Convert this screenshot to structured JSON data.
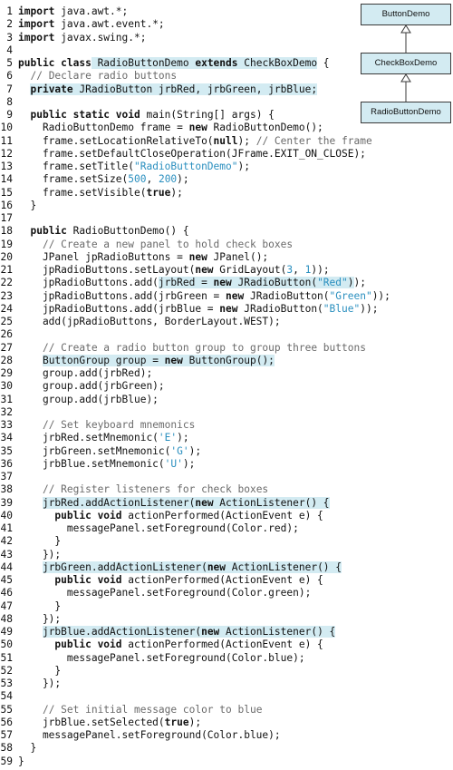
{
  "lines": [
    {
      "n": "1",
      "segs": [
        {
          "t": "import",
          "k": "kw"
        },
        {
          "t": " java.awt.*;"
        }
      ]
    },
    {
      "n": "2",
      "segs": [
        {
          "t": "import",
          "k": "kw"
        },
        {
          "t": " java.awt.event.*;"
        }
      ]
    },
    {
      "n": "3",
      "segs": [
        {
          "t": "import",
          "k": "kw"
        },
        {
          "t": " javax.swing.*;"
        }
      ]
    },
    {
      "n": "4",
      "segs": []
    },
    {
      "n": "5",
      "segs": [
        {
          "t": "public class",
          "k": "kw"
        },
        {
          "t": " RadioButtonDemo ",
          "h": true
        },
        {
          "t": "extends",
          "k": "kw",
          "h": true
        },
        {
          "t": " CheckBoxDemo",
          "h": true
        },
        {
          "t": " {"
        }
      ]
    },
    {
      "n": "6",
      "segs": [
        {
          "t": "  "
        },
        {
          "t": "// Declare radio buttons",
          "k": "cm"
        }
      ]
    },
    {
      "n": "7",
      "segs": [
        {
          "t": "  "
        },
        {
          "t": "private",
          "k": "kw",
          "h": true
        },
        {
          "t": " JRadioButton jrbRed, jrbGreen, jrbBlue;",
          "h": true
        }
      ]
    },
    {
      "n": "8",
      "segs": []
    },
    {
      "n": "9",
      "segs": [
        {
          "t": "  "
        },
        {
          "t": "public static void",
          "k": "kw"
        },
        {
          "t": " main(String[] args) {"
        }
      ]
    },
    {
      "n": "10",
      "segs": [
        {
          "t": "    RadioButtonDemo frame = "
        },
        {
          "t": "new",
          "k": "kw"
        },
        {
          "t": " RadioButtonDemo();"
        }
      ]
    },
    {
      "n": "11",
      "segs": [
        {
          "t": "    frame.setLocationRelativeTo("
        },
        {
          "t": "null",
          "k": "kw"
        },
        {
          "t": "); "
        },
        {
          "t": "// Center the frame",
          "k": "cm"
        }
      ]
    },
    {
      "n": "12",
      "segs": [
        {
          "t": "    frame.setDefaultCloseOperation(JFrame.EXIT_ON_CLOSE);"
        }
      ]
    },
    {
      "n": "13",
      "segs": [
        {
          "t": "    frame.setTitle("
        },
        {
          "t": "\"RadioButtonDemo\"",
          "k": "st"
        },
        {
          "t": ");"
        }
      ]
    },
    {
      "n": "14",
      "segs": [
        {
          "t": "    frame.setSize("
        },
        {
          "t": "500",
          "k": "st"
        },
        {
          "t": ", "
        },
        {
          "t": "200",
          "k": "st"
        },
        {
          "t": ");"
        }
      ]
    },
    {
      "n": "15",
      "segs": [
        {
          "t": "    frame.setVisible("
        },
        {
          "t": "true",
          "k": "kw"
        },
        {
          "t": ");"
        }
      ]
    },
    {
      "n": "16",
      "segs": [
        {
          "t": "  }"
        }
      ]
    },
    {
      "n": "17",
      "segs": []
    },
    {
      "n": "18",
      "segs": [
        {
          "t": "  "
        },
        {
          "t": "public",
          "k": "kw"
        },
        {
          "t": " RadioButtonDemo() {"
        }
      ]
    },
    {
      "n": "19",
      "segs": [
        {
          "t": "    "
        },
        {
          "t": "// Create a new panel to hold check boxes",
          "k": "cm"
        }
      ]
    },
    {
      "n": "20",
      "segs": [
        {
          "t": "    JPanel jpRadioButtons = "
        },
        {
          "t": "new",
          "k": "kw"
        },
        {
          "t": " JPanel();"
        }
      ]
    },
    {
      "n": "21",
      "segs": [
        {
          "t": "    jpRadioButtons.setLayout("
        },
        {
          "t": "new",
          "k": "kw"
        },
        {
          "t": " GridLayout("
        },
        {
          "t": "3",
          "k": "st"
        },
        {
          "t": ", "
        },
        {
          "t": "1",
          "k": "st"
        },
        {
          "t": "));"
        }
      ]
    },
    {
      "n": "22",
      "segs": [
        {
          "t": "    jpRadioButtons.add("
        },
        {
          "t": "jrbRed = ",
          "h": true
        },
        {
          "t": "new",
          "k": "kw",
          "h": true
        },
        {
          "t": " JRadioButton(",
          "h": true
        },
        {
          "t": "\"Red\"",
          "k": "st",
          "h": true
        },
        {
          "t": ")",
          "h": true
        },
        {
          "t": ");"
        }
      ]
    },
    {
      "n": "23",
      "segs": [
        {
          "t": "    jpRadioButtons.add(jrbGreen = "
        },
        {
          "t": "new",
          "k": "kw"
        },
        {
          "t": " JRadioButton("
        },
        {
          "t": "\"Green\"",
          "k": "st"
        },
        {
          "t": "));"
        }
      ]
    },
    {
      "n": "24",
      "segs": [
        {
          "t": "    jpRadioButtons.add(jrbBlue = "
        },
        {
          "t": "new",
          "k": "kw"
        },
        {
          "t": " JRadioButton("
        },
        {
          "t": "\"Blue\"",
          "k": "st"
        },
        {
          "t": "));"
        }
      ]
    },
    {
      "n": "25",
      "segs": [
        {
          "t": "    add(jpRadioButtons, BorderLayout.WEST);"
        }
      ]
    },
    {
      "n": "26",
      "segs": []
    },
    {
      "n": "27",
      "segs": [
        {
          "t": "    "
        },
        {
          "t": "// Create a radio button group to group three buttons",
          "k": "cm"
        }
      ]
    },
    {
      "n": "28",
      "segs": [
        {
          "t": "    "
        },
        {
          "t": "ButtonGroup group = ",
          "h": true
        },
        {
          "t": "new",
          "k": "kw",
          "h": true
        },
        {
          "t": " ButtonGroup();",
          "h": true
        }
      ]
    },
    {
      "n": "29",
      "segs": [
        {
          "t": "    group.add(jrbRed);"
        }
      ]
    },
    {
      "n": "30",
      "segs": [
        {
          "t": "    group.add(jrbGreen);"
        }
      ]
    },
    {
      "n": "31",
      "segs": [
        {
          "t": "    group.add(jrbBlue);"
        }
      ]
    },
    {
      "n": "32",
      "segs": []
    },
    {
      "n": "33",
      "segs": [
        {
          "t": "    "
        },
        {
          "t": "// Set keyboard mnemonics",
          "k": "cm"
        }
      ]
    },
    {
      "n": "34",
      "segs": [
        {
          "t": "    jrbRed.setMnemonic("
        },
        {
          "t": "'E'",
          "k": "st"
        },
        {
          "t": ");"
        }
      ]
    },
    {
      "n": "35",
      "segs": [
        {
          "t": "    jrbGreen.setMnemonic("
        },
        {
          "t": "'G'",
          "k": "st"
        },
        {
          "t": ");"
        }
      ]
    },
    {
      "n": "36",
      "segs": [
        {
          "t": "    jrbBlue.setMnemonic("
        },
        {
          "t": "'U'",
          "k": "st"
        },
        {
          "t": ");"
        }
      ]
    },
    {
      "n": "37",
      "segs": []
    },
    {
      "n": "38",
      "segs": [
        {
          "t": "    "
        },
        {
          "t": "// Register listeners for check boxes",
          "k": "cm"
        }
      ]
    },
    {
      "n": "39",
      "segs": [
        {
          "t": "    "
        },
        {
          "t": "jrbRed.addActionListener(",
          "h": true
        },
        {
          "t": "new",
          "k": "kw",
          "h": true
        },
        {
          "t": " ActionListener() {",
          "h": true
        }
      ]
    },
    {
      "n": "40",
      "segs": [
        {
          "t": "      "
        },
        {
          "t": "public void",
          "k": "kw"
        },
        {
          "t": " actionPerformed(ActionEvent e) {"
        }
      ]
    },
    {
      "n": "41",
      "segs": [
        {
          "t": "        messagePanel.setForeground(Color.red);"
        }
      ]
    },
    {
      "n": "42",
      "segs": [
        {
          "t": "      }"
        }
      ]
    },
    {
      "n": "43",
      "segs": [
        {
          "t": "    });"
        }
      ]
    },
    {
      "n": "44",
      "segs": [
        {
          "t": "    "
        },
        {
          "t": "jrbGreen.addActionListener(",
          "h": true
        },
        {
          "t": "new",
          "k": "kw",
          "h": true
        },
        {
          "t": " ActionListener() {",
          "h": true
        }
      ]
    },
    {
      "n": "45",
      "segs": [
        {
          "t": "      "
        },
        {
          "t": "public void",
          "k": "kw"
        },
        {
          "t": " actionPerformed(ActionEvent e) {"
        }
      ]
    },
    {
      "n": "46",
      "segs": [
        {
          "t": "        messagePanel.setForeground(Color.green);"
        }
      ]
    },
    {
      "n": "47",
      "segs": [
        {
          "t": "      }"
        }
      ]
    },
    {
      "n": "48",
      "segs": [
        {
          "t": "    });"
        }
      ]
    },
    {
      "n": "49",
      "segs": [
        {
          "t": "    "
        },
        {
          "t": "jrbBlue.addActionListener(",
          "h": true
        },
        {
          "t": "new",
          "k": "kw",
          "h": true
        },
        {
          "t": " ActionListener() {",
          "h": true
        }
      ]
    },
    {
      "n": "50",
      "segs": [
        {
          "t": "      "
        },
        {
          "t": "public void",
          "k": "kw"
        },
        {
          "t": " actionPerformed(ActionEvent e) {"
        }
      ]
    },
    {
      "n": "51",
      "segs": [
        {
          "t": "        messagePanel.setForeground(Color.blue);"
        }
      ]
    },
    {
      "n": "52",
      "segs": [
        {
          "t": "      }"
        }
      ]
    },
    {
      "n": "53",
      "segs": [
        {
          "t": "    });"
        }
      ]
    },
    {
      "n": "54",
      "segs": []
    },
    {
      "n": "55",
      "segs": [
        {
          "t": "    "
        },
        {
          "t": "// Set initial message color to blue",
          "k": "cm"
        }
      ]
    },
    {
      "n": "56",
      "segs": [
        {
          "t": "    jrbBlue.setSelected("
        },
        {
          "t": "true",
          "k": "kw"
        },
        {
          "t": ");"
        }
      ]
    },
    {
      "n": "57",
      "segs": [
        {
          "t": "    messagePanel.setForeground(Color.blue);"
        }
      ]
    },
    {
      "n": "58",
      "segs": [
        {
          "t": "  }"
        }
      ]
    },
    {
      "n": "59",
      "segs": [
        {
          "t": "}"
        }
      ]
    }
  ],
  "uml": {
    "top": "ButtonDemo",
    "middle": "CheckBoxDemo",
    "bottom": "RadioButtonDemo"
  },
  "colors": {
    "highlight": "#d3ebf2",
    "string_literal": "#2a8fbf",
    "comment": "#6a6a6a",
    "uml_fill": "#d3ebf2"
  }
}
